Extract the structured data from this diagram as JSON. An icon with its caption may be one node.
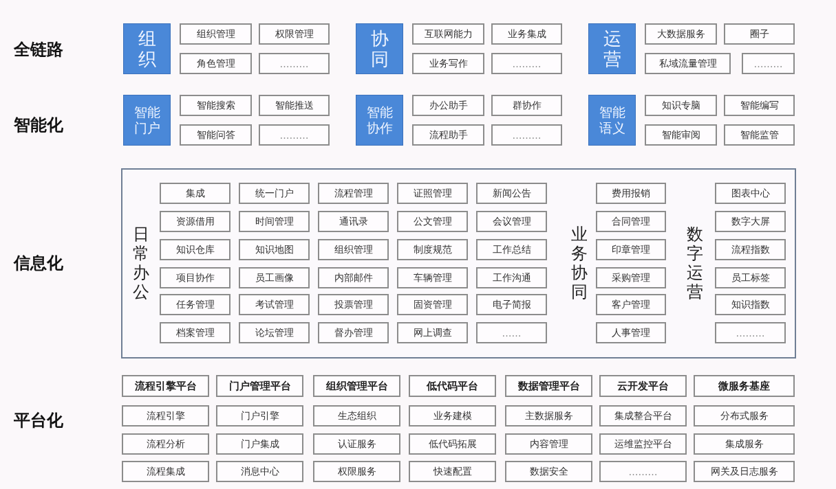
{
  "diagram": {
    "nodes": [
      {
        "text": [
          "组织"
        ]
      },
      {
        "text": [
          "组织管理"
        ]
      },
      {
        "text": [
          "权限管理"
        ]
      },
      {
        "text": [
          "角色管理"
        ]
      },
      {
        "text": [
          "………"
        ]
      },
      {
        "text": [
          "协同"
        ]
      },
      {
        "text": [
          "互联网能力"
        ]
      },
      {
        "text": [
          "业务集成"
        ]
      },
      {
        "text": [
          "业务写作"
        ]
      },
      {
        "text": [
          "………"
        ]
      },
      {
        "text": [
          "运营"
        ]
      },
      {
        "text": [
          "大数据服务"
        ]
      },
      {
        "text": [
          "圈子"
        ]
      },
      {
        "text": [
          "私域流量管理"
        ]
      },
      {
        "text": [
          "………"
        ]
      },
      {
        "text": [
          "智能门户"
        ]
      },
      {
        "text": [
          "智能搜索"
        ]
      },
      {
        "text": [
          "智能推送"
        ]
      },
      {
        "text": [
          "智能问答"
        ]
      },
      {
        "text": [
          "………"
        ]
      },
      {
        "text": [
          "智能协作"
        ]
      },
      {
        "text": [
          "办公助手"
        ]
      },
      {
        "text": [
          "群协作"
        ]
      },
      {
        "text": [
          "流程助手"
        ]
      },
      {
        "text": [
          "………"
        ]
      },
      {
        "text": [
          "智能语义"
        ]
      },
      {
        "text": [
          "知识专脑"
        ]
      },
      {
        "text": [
          "智能编写"
        ]
      },
      {
        "text": [
          "智能审阅"
        ]
      },
      {
        "text": [
          "智能监管"
        ]
      },
      {
        "text": [
          "日常办公",
          "业务协同",
          "数字运营"
        ]
      },
      {
        "text": [
          "集成"
        ],
        "in": 30
      },
      {
        "text": [
          "统一门户"
        ],
        "in": 30
      },
      {
        "text": [
          "流程管理"
        ],
        "in": 30
      },
      {
        "text": [
          "证照管理"
        ],
        "in": 30
      },
      {
        "text": [
          "新闻公告"
        ],
        "in": 30
      },
      {
        "text": [
          "资源借用"
        ],
        "in": 30
      },
      {
        "text": [
          "时间管理"
        ],
        "in": 30
      },
      {
        "text": [
          "通讯录"
        ],
        "in": 30
      },
      {
        "text": [
          "公文管理"
        ],
        "in": 30
      },
      {
        "text": [
          "会议管理"
        ],
        "in": 30
      },
      {
        "text": [
          "知识仓库"
        ],
        "in": 30
      },
      {
        "text": [
          "知识地图"
        ],
        "in": 30
      },
      {
        "text": [
          "组织管理"
        ],
        "in": 30
      },
      {
        "text": [
          "制度规范"
        ],
        "in": 30
      },
      {
        "text": [
          "工作总结"
        ],
        "in": 30
      },
      {
        "text": [
          "项目协作"
        ],
        "in": 30
      },
      {
        "text": [
          "员工画像"
        ],
        "in": 30
      },
      {
        "text": [
          "内部邮件"
        ],
        "in": 30
      },
      {
        "text": [
          "车辆管理"
        ],
        "in": 30
      },
      {
        "text": [
          "工作沟通"
        ],
        "in": 30
      },
      {
        "text": [
          "任务管理"
        ],
        "in": 30
      },
      {
        "text": [
          "考试管理"
        ],
        "in": 30
      },
      {
        "text": [
          "投票管理"
        ],
        "in": 30
      },
      {
        "text": [
          "固资管理"
        ],
        "in": 30
      },
      {
        "text": [
          "电子简报"
        ],
        "in": 30
      },
      {
        "text": [
          "档案管理"
        ],
        "in": 30
      },
      {
        "text": [
          "论坛管理"
        ],
        "in": 30
      },
      {
        "text": [
          "督办管理"
        ],
        "in": 30
      },
      {
        "text": [
          "网上调查"
        ],
        "in": 30
      },
      {
        "text": [
          "……"
        ],
        "in": 30
      },
      {
        "text": [
          "费用报销"
        ],
        "in": 30
      },
      {
        "text": [
          "合同管理"
        ],
        "in": 30
      },
      {
        "text": [
          "印章管理"
        ],
        "in": 30
      },
      {
        "text": [
          "采购管理"
        ],
        "in": 30
      },
      {
        "text": [
          "客户管理"
        ],
        "in": 30
      },
      {
        "text": [
          "人事管理"
        ],
        "in": 30
      },
      {
        "text": [
          "图表中心"
        ],
        "in": 30
      },
      {
        "text": [
          "数字大屏"
        ],
        "in": 30
      },
      {
        "text": [
          "流程指数"
        ],
        "in": 30
      },
      {
        "text": [
          "员工标签"
        ],
        "in": 30
      },
      {
        "text": [
          "知识指数"
        ],
        "in": 30
      },
      {
        "text": [
          "………"
        ],
        "in": 30
      },
      {
        "text": [
          "流程引擎平台"
        ]
      },
      {
        "text": [
          "门户管理平台"
        ]
      },
      {
        "text": [
          "组织管理平台"
        ]
      },
      {
        "text": [
          "低代码平台"
        ]
      },
      {
        "text": [
          "数据管理平台"
        ]
      },
      {
        "text": [
          "云开发平台"
        ]
      },
      {
        "text": [
          "微服务基座"
        ]
      },
      {
        "text": [
          "流程引擎"
        ]
      },
      {
        "text": [
          "门户引擎"
        ]
      },
      {
        "text": [
          "生态组织"
        ]
      },
      {
        "text": [
          "业务建模"
        ]
      },
      {
        "text": [
          "主数据服务"
        ]
      },
      {
        "text": [
          "集成整合平台"
        ]
      },
      {
        "text": [
          "分布式服务"
        ]
      },
      {
        "text": [
          "流程分析"
        ]
      },
      {
        "text": [
          "门户集成"
        ]
      },
      {
        "text": [
          "认证服务"
        ]
      },
      {
        "text": [
          "低代码拓展"
        ]
      },
      {
        "text": [
          "内容管理"
        ]
      },
      {
        "text": [
          "运维监控平台"
        ]
      },
      {
        "text": [
          "集成服务"
        ]
      },
      {
        "text": [
          "流程集成"
        ]
      },
      {
        "text": [
          "消息中心"
        ]
      },
      {
        "text": [
          "权限服务"
        ]
      },
      {
        "text": [
          "快速配置"
        ]
      },
      {
        "text": [
          "数据安全"
        ]
      },
      {
        "text": [
          "………"
        ]
      },
      {
        "text": [
          "网关及日志服务"
        ]
      }
    ],
    "labels": [
      "全链路",
      "智能化",
      "信息化",
      "平台化"
    ]
  }
}
